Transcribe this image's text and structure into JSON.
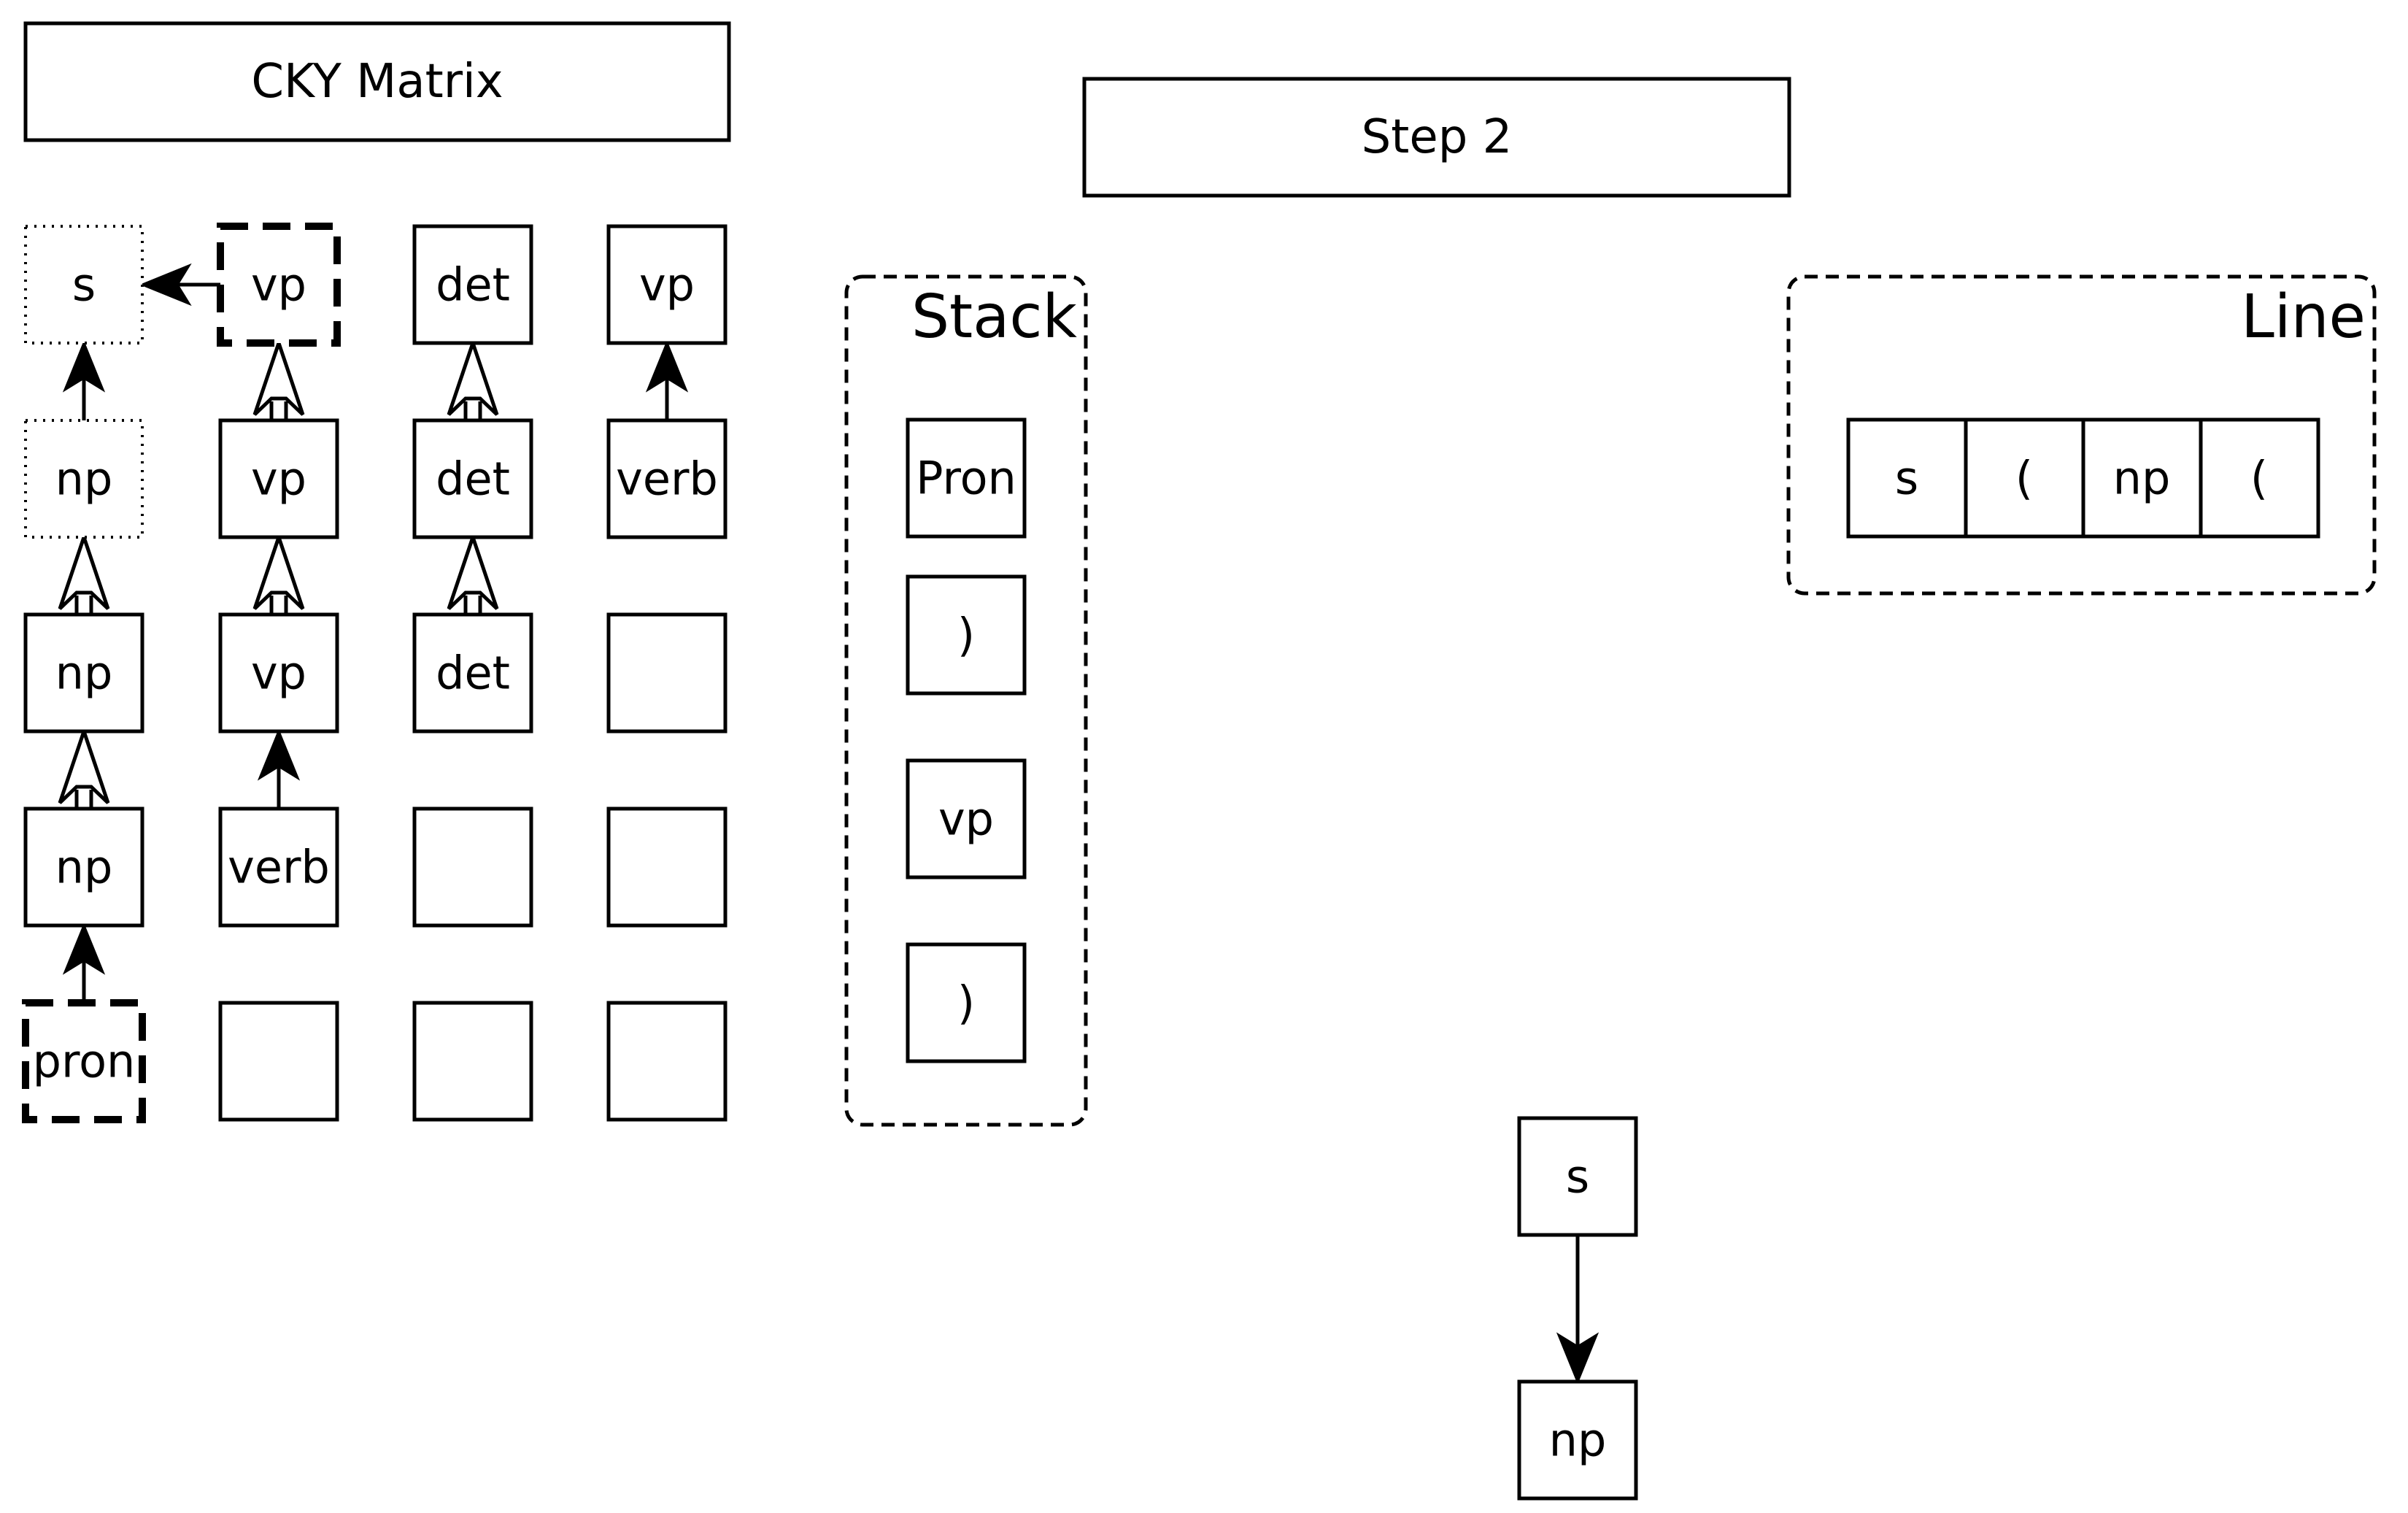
{
  "titles": {
    "matrix": "CKY Matrix",
    "step": "Step 2"
  },
  "panels": {
    "stack": "Stack",
    "line": "Line"
  },
  "matrix": {
    "rows": [
      [
        {
          "label": "s",
          "style": "dotted"
        },
        {
          "label": "vp",
          "style": "dashed-bold"
        },
        {
          "label": "det",
          "style": "solid"
        },
        {
          "label": "vp",
          "style": "solid"
        }
      ],
      [
        {
          "label": "np",
          "style": "dotted"
        },
        {
          "label": "vp",
          "style": "solid"
        },
        {
          "label": "det",
          "style": "solid"
        },
        {
          "label": "verb",
          "style": "solid"
        }
      ],
      [
        {
          "label": "np",
          "style": "solid"
        },
        {
          "label": "vp",
          "style": "solid"
        },
        {
          "label": "det",
          "style": "solid"
        },
        {
          "label": "",
          "style": "solid"
        }
      ],
      [
        {
          "label": "np",
          "style": "solid"
        },
        {
          "label": "verb",
          "style": "solid"
        },
        {
          "label": "",
          "style": "solid"
        },
        {
          "label": "",
          "style": "solid"
        }
      ],
      [
        {
          "label": "pron",
          "style": "dashed-bold"
        },
        {
          "label": "",
          "style": "solid"
        },
        {
          "label": "",
          "style": "solid"
        },
        {
          "label": "",
          "style": "solid"
        }
      ]
    ],
    "arrows": [
      {
        "from": [
          0,
          1
        ],
        "to": [
          0,
          0
        ],
        "head": "filled"
      },
      {
        "from": [
          1,
          0
        ],
        "to": [
          0,
          0
        ],
        "head": "filled"
      },
      {
        "from": [
          2,
          0
        ],
        "to": [
          1,
          0
        ],
        "head": "open"
      },
      {
        "from": [
          3,
          0
        ],
        "to": [
          2,
          0
        ],
        "head": "open"
      },
      {
        "from": [
          4,
          0
        ],
        "to": [
          3,
          0
        ],
        "head": "filled"
      },
      {
        "from": [
          1,
          1
        ],
        "to": [
          0,
          1
        ],
        "head": "open"
      },
      {
        "from": [
          2,
          1
        ],
        "to": [
          1,
          1
        ],
        "head": "open"
      },
      {
        "from": [
          3,
          1
        ],
        "to": [
          2,
          1
        ],
        "head": "filled"
      },
      {
        "from": [
          1,
          2
        ],
        "to": [
          0,
          2
        ],
        "head": "open"
      },
      {
        "from": [
          2,
          2
        ],
        "to": [
          1,
          2
        ],
        "head": "open"
      },
      {
        "from": [
          1,
          3
        ],
        "to": [
          0,
          3
        ],
        "head": "filled"
      }
    ]
  },
  "stack": {
    "items": [
      "Pron",
      ")",
      "vp",
      ")"
    ]
  },
  "line": {
    "items": [
      "s",
      "(",
      "np",
      "("
    ]
  },
  "tree": {
    "nodes": [
      "s",
      "np"
    ],
    "edges": [
      [
        0,
        1
      ]
    ]
  }
}
